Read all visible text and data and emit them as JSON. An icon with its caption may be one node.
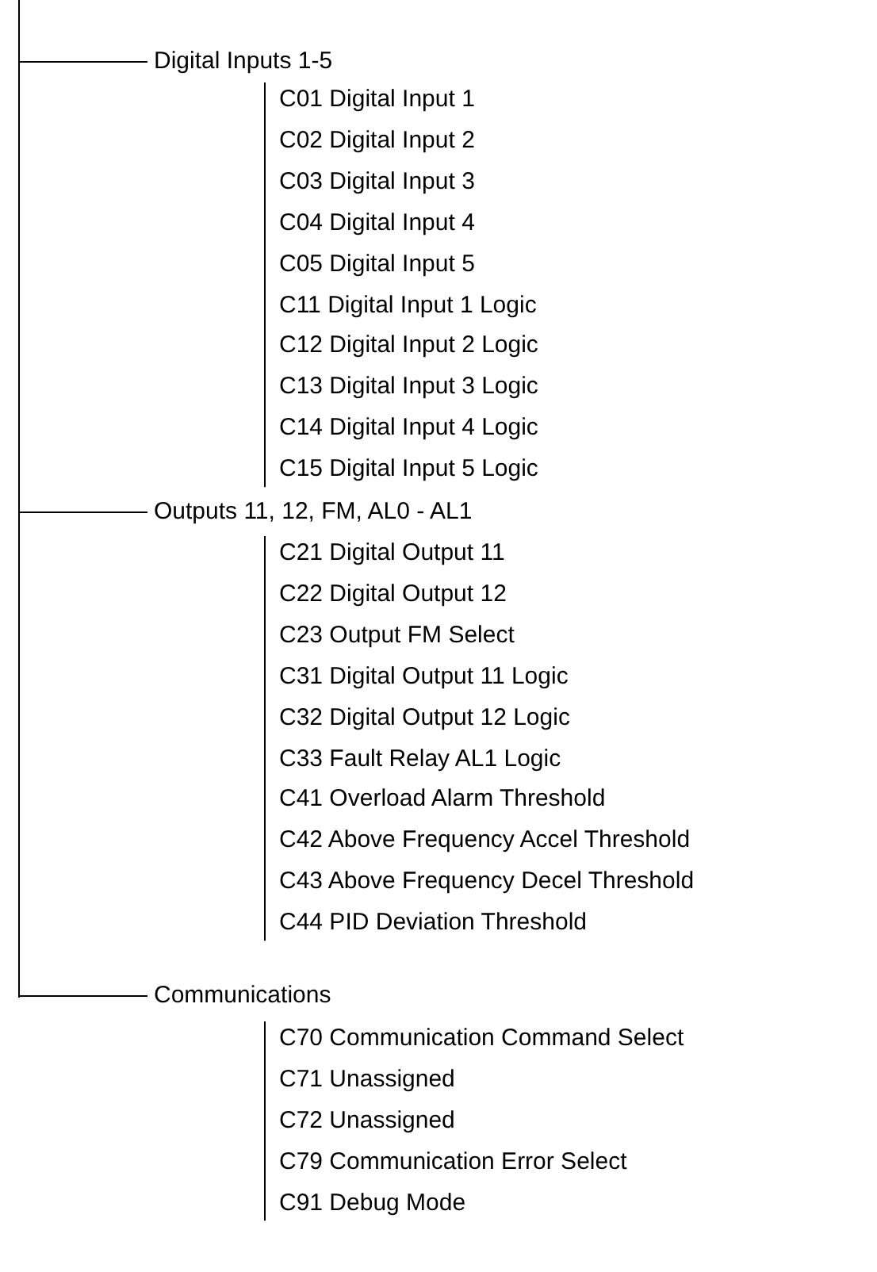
{
  "diagram": {
    "nodes": [
      {
        "text": [
          "Digital Inputs 1-5"
        ]
      },
      {
        "text": [
          "Outputs 11, 12, FM, AL0 - AL1"
        ]
      },
      {
        "text": [
          "Communications"
        ]
      }
    ],
    "edges": [
      {
        "from": null,
        "to": 0,
        "arrow": "none"
      },
      {
        "from": null,
        "to": 1,
        "arrow": "none"
      },
      {
        "from": null,
        "to": 2,
        "arrow": "none"
      }
    ],
    "labels": [
      "C01 Digital Input 1",
      "C02 Digital Input 2",
      "C03 Digital Input 3",
      "C04 Digital Input 4",
      "C05 Digital Input 5",
      "C11 Digital Input 1 Logic",
      "C12 Digital Input 2 Logic",
      "C13 Digital Input 3 Logic",
      "C14 Digital Input 4 Logic",
      "C15 Digital Input 5 Logic",
      "C21 Digital Output 11",
      "C22 Digital Output 12",
      "C23 Output FM Select",
      "C31 Digital Output 11 Logic",
      "C32 Digital Output 12 Logic",
      "C33 Fault Relay AL1 Logic",
      "C41 Overload Alarm Threshold",
      "C42 Above Frequency Accel Threshold",
      "C43 Above Frequency Decel Threshold",
      "C44 PID Deviation Threshold",
      "C70 Communication Command Select",
      "C71 Unassigned",
      "C72 Unassigned",
      "C79 Communication Error Select",
      "C91 Debug Mode"
    ]
  }
}
